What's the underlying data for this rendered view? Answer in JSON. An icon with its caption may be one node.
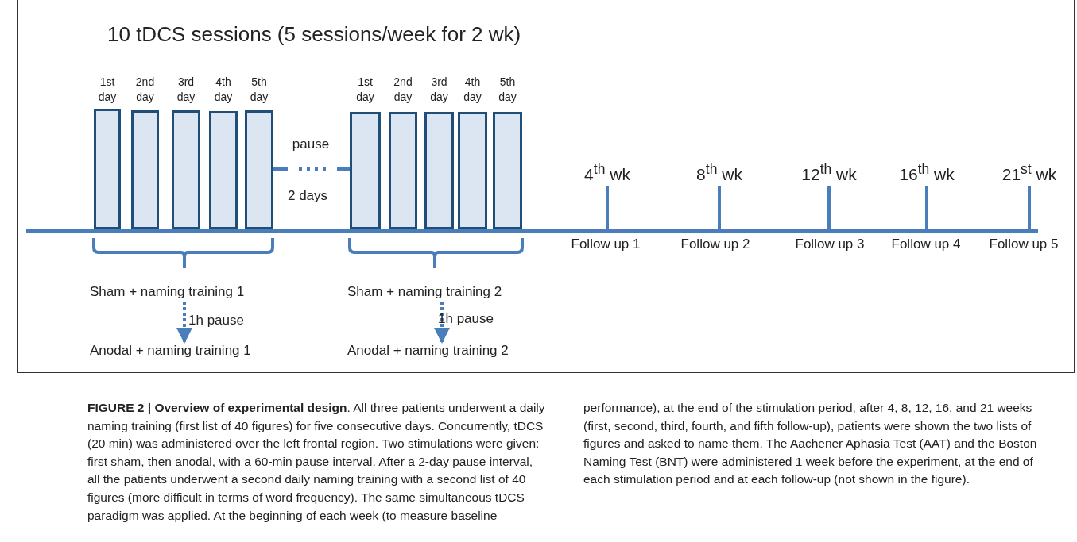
{
  "diagram": {
    "title": "10 tDCS sessions (5 sessions/week for 2 wk)",
    "caption": "**FIGURE 2 | Overview of experimental design**. All three patients underwent a daily naming training (first list of 40 figures) for five consecutive days. Concurrently, tDCS (20 min) was administered over the left frontal region. Two stimulations were given: first sham, then anodal, with a 60-min pause interval. After a 2-day pause interval, all the patients underwent a second daily naming training with a second list of 40 figures (more difficult in terms of word frequency). The same simultaneous tDCS paradigm was applied. At the beginning of each week (to measure baseline performance), at the end of the stimulation period, after 4, 8, 12, 16, and 21 weeks (first, second, third, fourth, and fifth follow-up), patients were shown the two lists of figures and asked to name them. The Aachener Aphasia Test (AAT) and the Boston Naming Test (BNT) were administered 1 week before the experiment, at the end of each stimulation period and at each follow-up (not shown in the figure).",
    "nodes": [
      {
        "text": [
          "1st day"
        ]
      },
      {
        "text": [
          "2nd day"
        ]
      },
      {
        "text": [
          "3rd day"
        ]
      },
      {
        "text": [
          "4th day"
        ]
      },
      {
        "text": [
          "5th day"
        ]
      },
      {
        "text": [
          "1st day"
        ]
      },
      {
        "text": [
          "2nd day"
        ]
      },
      {
        "text": [
          "3rd day"
        ]
      },
      {
        "text": [
          "4th day"
        ]
      },
      {
        "text": [
          "5th day"
        ]
      },
      {
        "text": [
          "Sham + naming training 1"
        ]
      },
      {
        "text": [
          "Anodal + naming training 1"
        ]
      },
      {
        "text": [
          "Sham + naming training 2"
        ]
      },
      {
        "text": [
          "Anodal + naming training 2"
        ]
      }
    ],
    "edges": [
      {
        "from": 4,
        "to": 5,
        "arrow": "none",
        "style": "dashed"
      },
      {
        "from": 10,
        "to": 11,
        "arrow": "to",
        "style": "dashed",
        "label": "1h pause"
      },
      {
        "from": 12,
        "to": 13,
        "arrow": "to",
        "style": "dashed",
        "label": "1h pause"
      }
    ],
    "labels": [
      "pause",
      "2 days",
      "4$^{th}$ wk",
      "8$^{th}$ wk",
      "12$^{th}$ wk",
      "16$^{th}$ wk",
      "21$^{st}$ wk",
      "Follow up 1",
      "Follow up 2",
      "Follow up 3",
      "Follow up 4",
      "Follow up 5"
    ]
  }
}
